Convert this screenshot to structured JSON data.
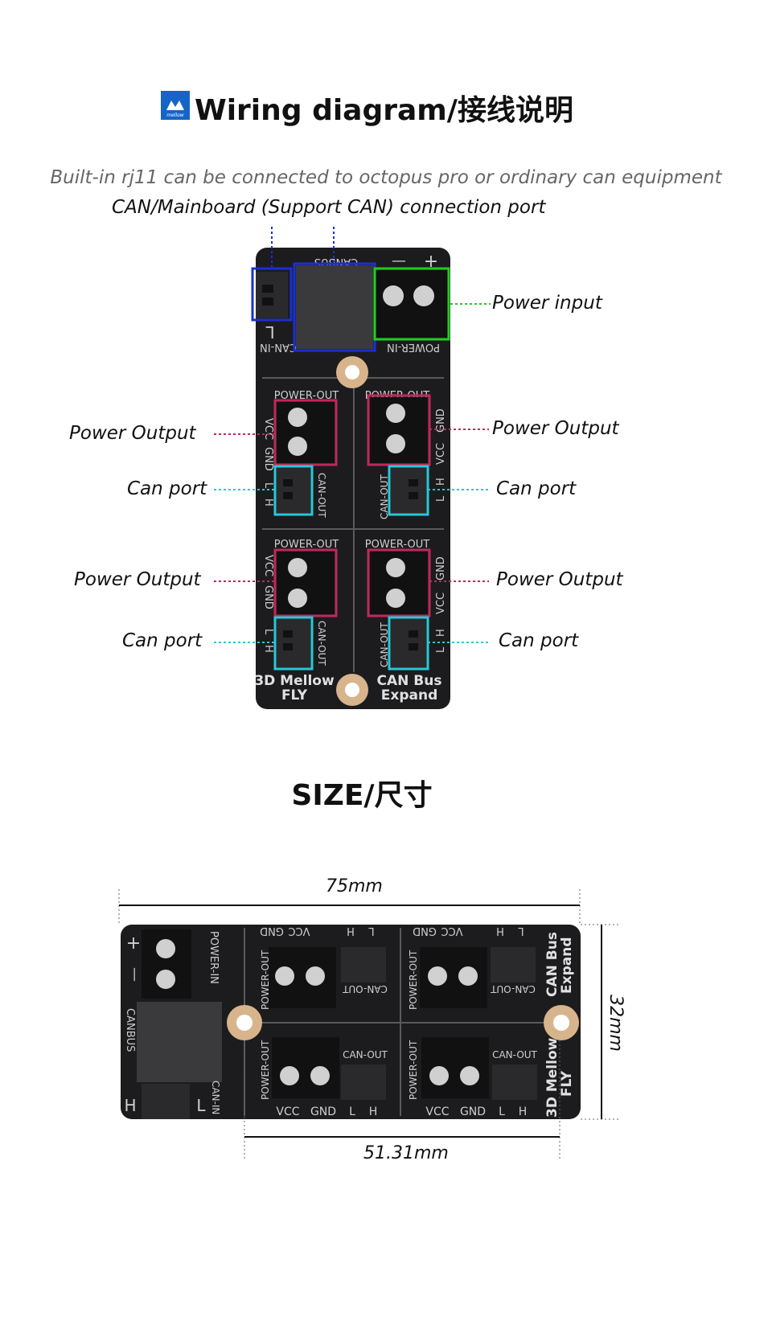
{
  "header": {
    "title": "Wiring diagram/接线说明",
    "subtitle_line1": "Built-in rj11 can be connected to octopus pro or ordinary can equipment",
    "subtitle_line2": "CAN/Mainboard (Support CAN) connection port"
  },
  "logo": {
    "icon": "mellow-logo-icon",
    "text": "mellow",
    "color": "#1565c8"
  },
  "callouts": {
    "power_input": "Power input",
    "left_power_output_1": "Power Output",
    "left_can_port_1": "Can port",
    "left_power_output_2": "Power Output",
    "left_can_port_2": "Can port",
    "right_power_output_1": "Power Output",
    "right_can_port_1": "Can port",
    "right_power_output_2": "Power Output",
    "right_can_port_2": "Can port"
  },
  "board": {
    "canbus": "CANBUS",
    "can_in": "CAN-IN",
    "power_in": "POWER-IN",
    "power_out": "POWER-OUT",
    "can_out": "CAN-OUT",
    "vcc": "VCC",
    "gnd": "GND",
    "l": "L",
    "h": "H",
    "plus": "+",
    "minus": "—",
    "brand_line1": "3D Mellow",
    "brand_line2": "FLY",
    "product_line1": "CAN Bus",
    "product_line2": "Expand"
  },
  "size_section": {
    "title": "SIZE/尺寸",
    "width": "75mm",
    "height": "32mm",
    "hole_spacing": "51.31mm"
  },
  "colors": {
    "board": "#1c1c1e",
    "power_input_box": "#22cc22",
    "canbus_box": "#1a2fd6",
    "power_output_box": "#c0285a",
    "can_port_box": "#28c8d8",
    "hole": "#d8b48c"
  }
}
